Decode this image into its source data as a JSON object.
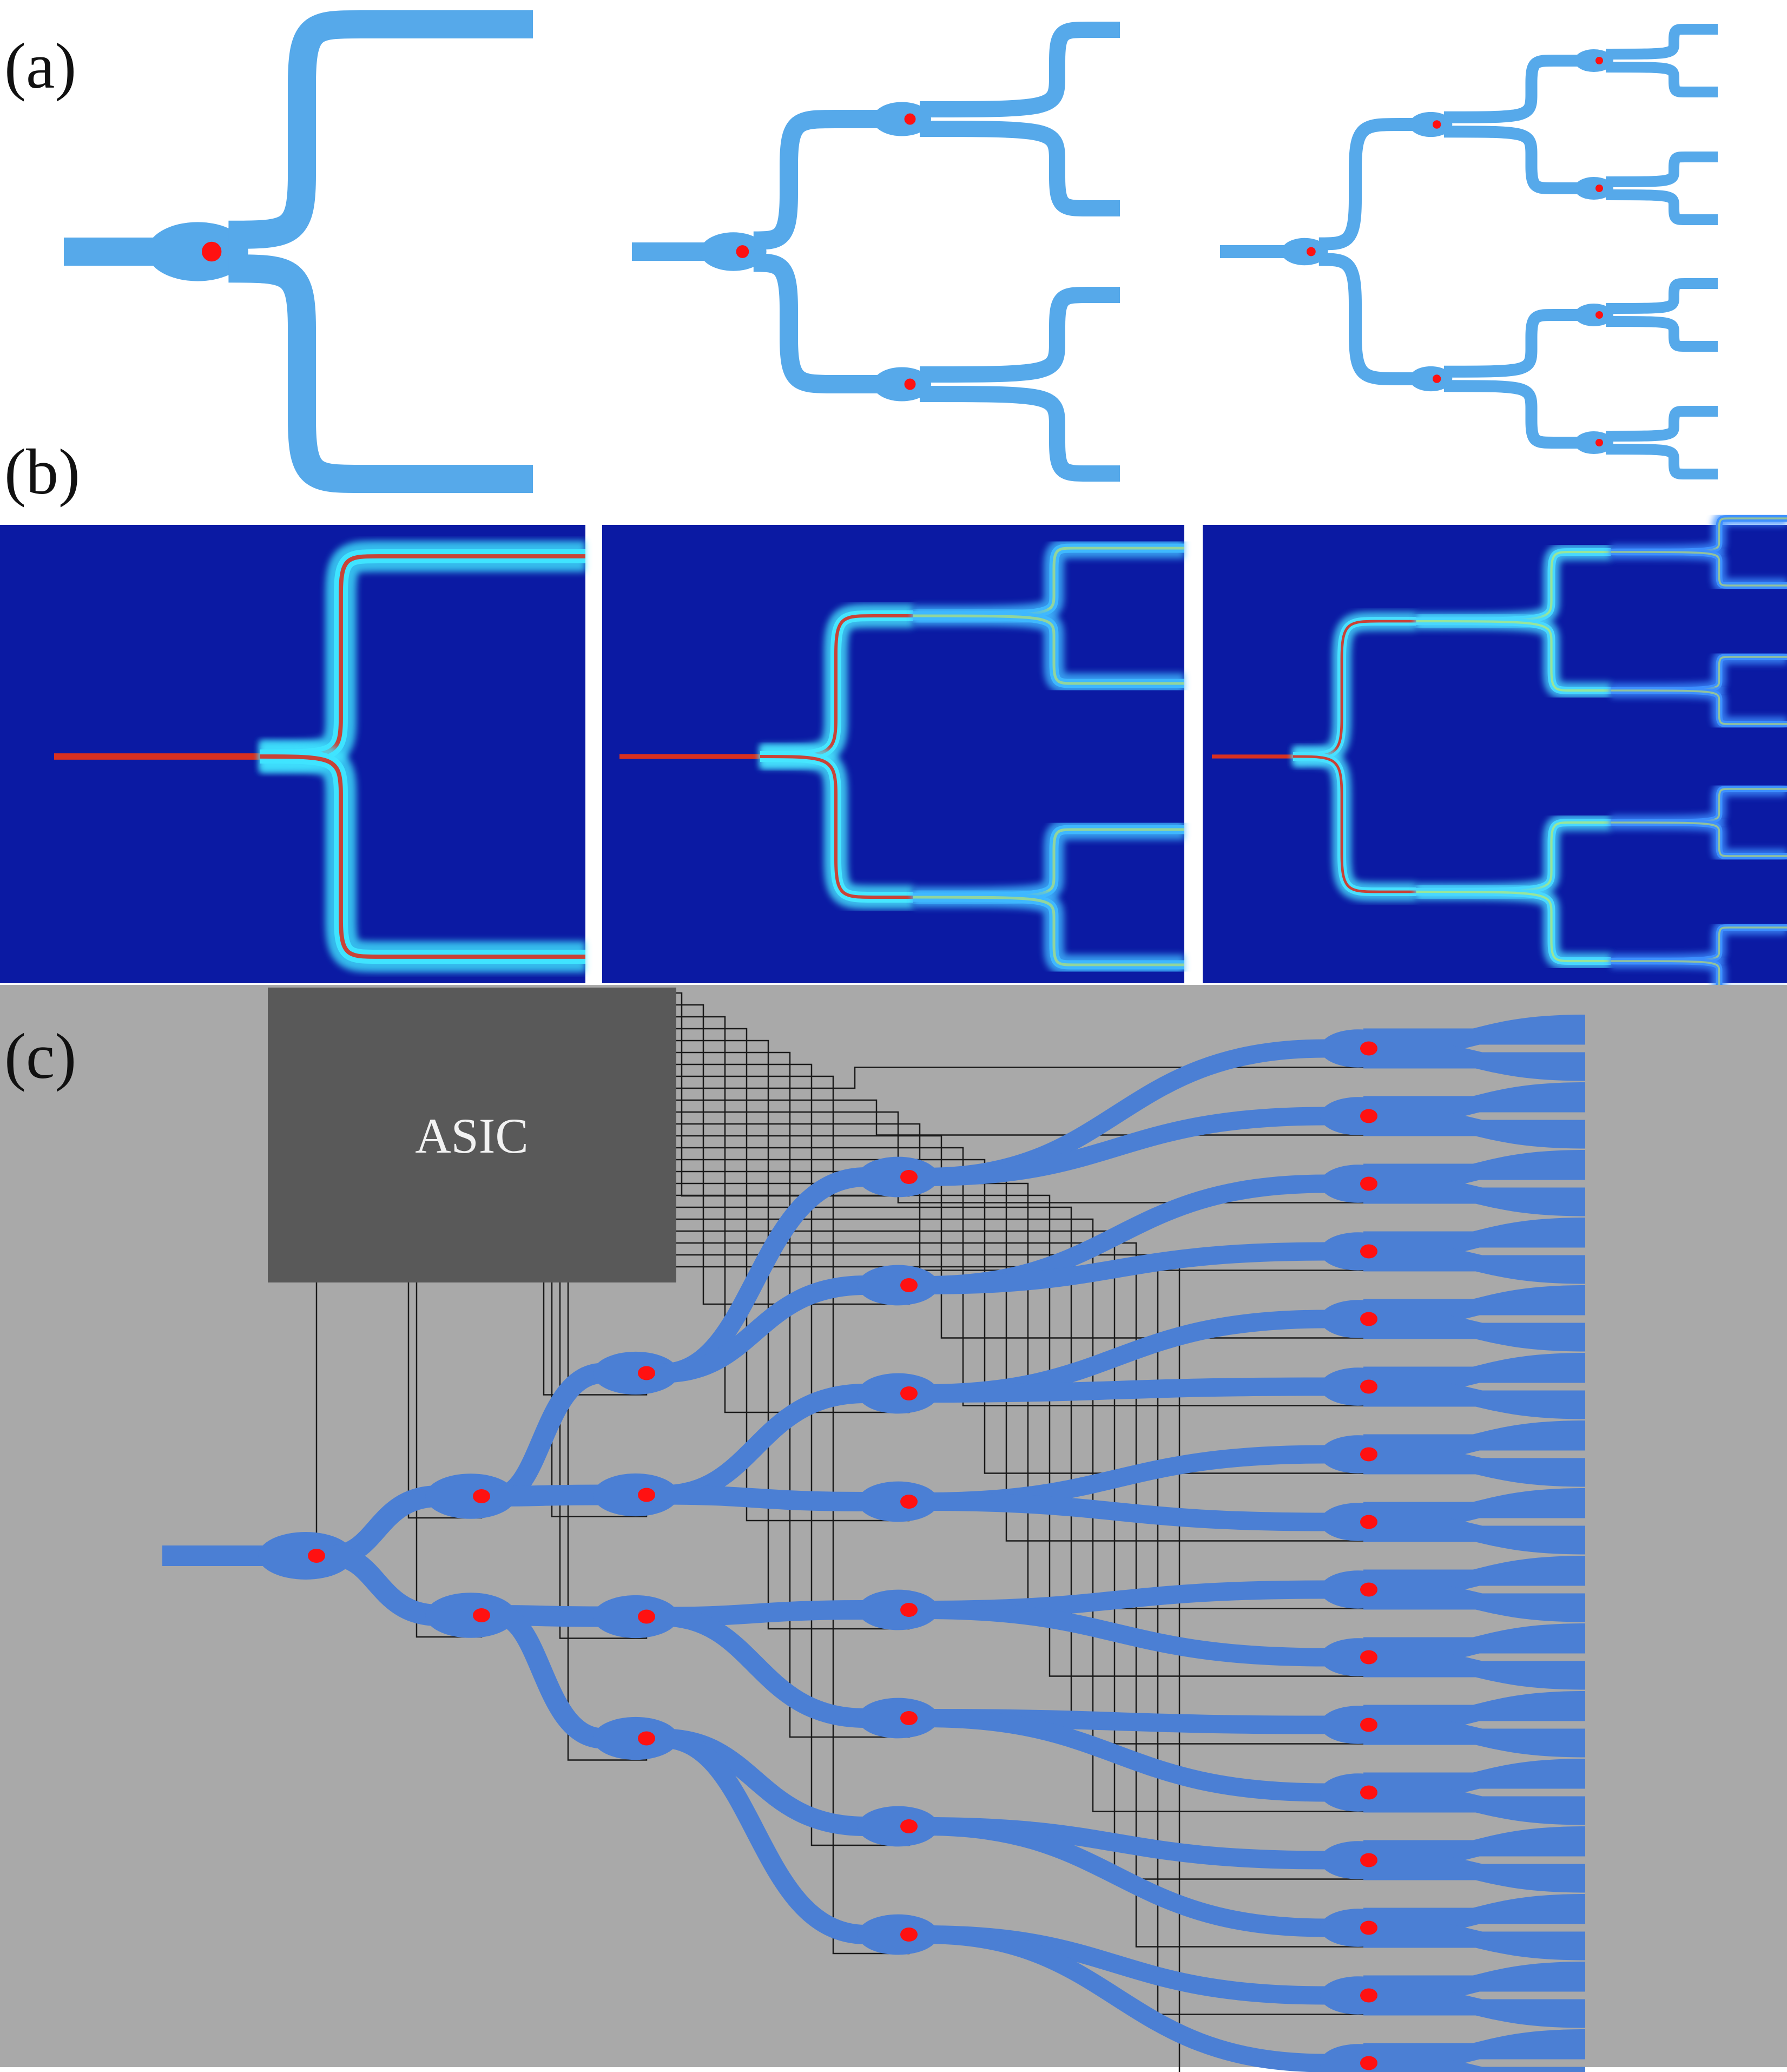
{
  "labels": {
    "a": "(a)",
    "b": "(b)",
    "c": "(c)"
  },
  "asic": {
    "label": "ASIC"
  },
  "colors": {
    "waveguide_light": "#56a9ea",
    "waveguide_dark": "#4b7fd4",
    "junction": "#ff1111",
    "gray_bg": "#a9a9a9",
    "asic_block": "#595959",
    "sim_bg": "#0b1aa3",
    "wire": "#1a1a1a"
  },
  "panel_b_tiles": [
    {
      "id": "1x2",
      "outputs": 2
    },
    {
      "id": "1x4",
      "outputs": 4
    },
    {
      "id": "1x8",
      "outputs": 8
    }
  ],
  "panel_a_trees": [
    {
      "id": "1x2",
      "levels": 1
    },
    {
      "id": "1x4",
      "levels": 2
    },
    {
      "id": "1x8",
      "levels": 3
    }
  ],
  "panel_c": {
    "levels": 5,
    "outputs": 32
  }
}
